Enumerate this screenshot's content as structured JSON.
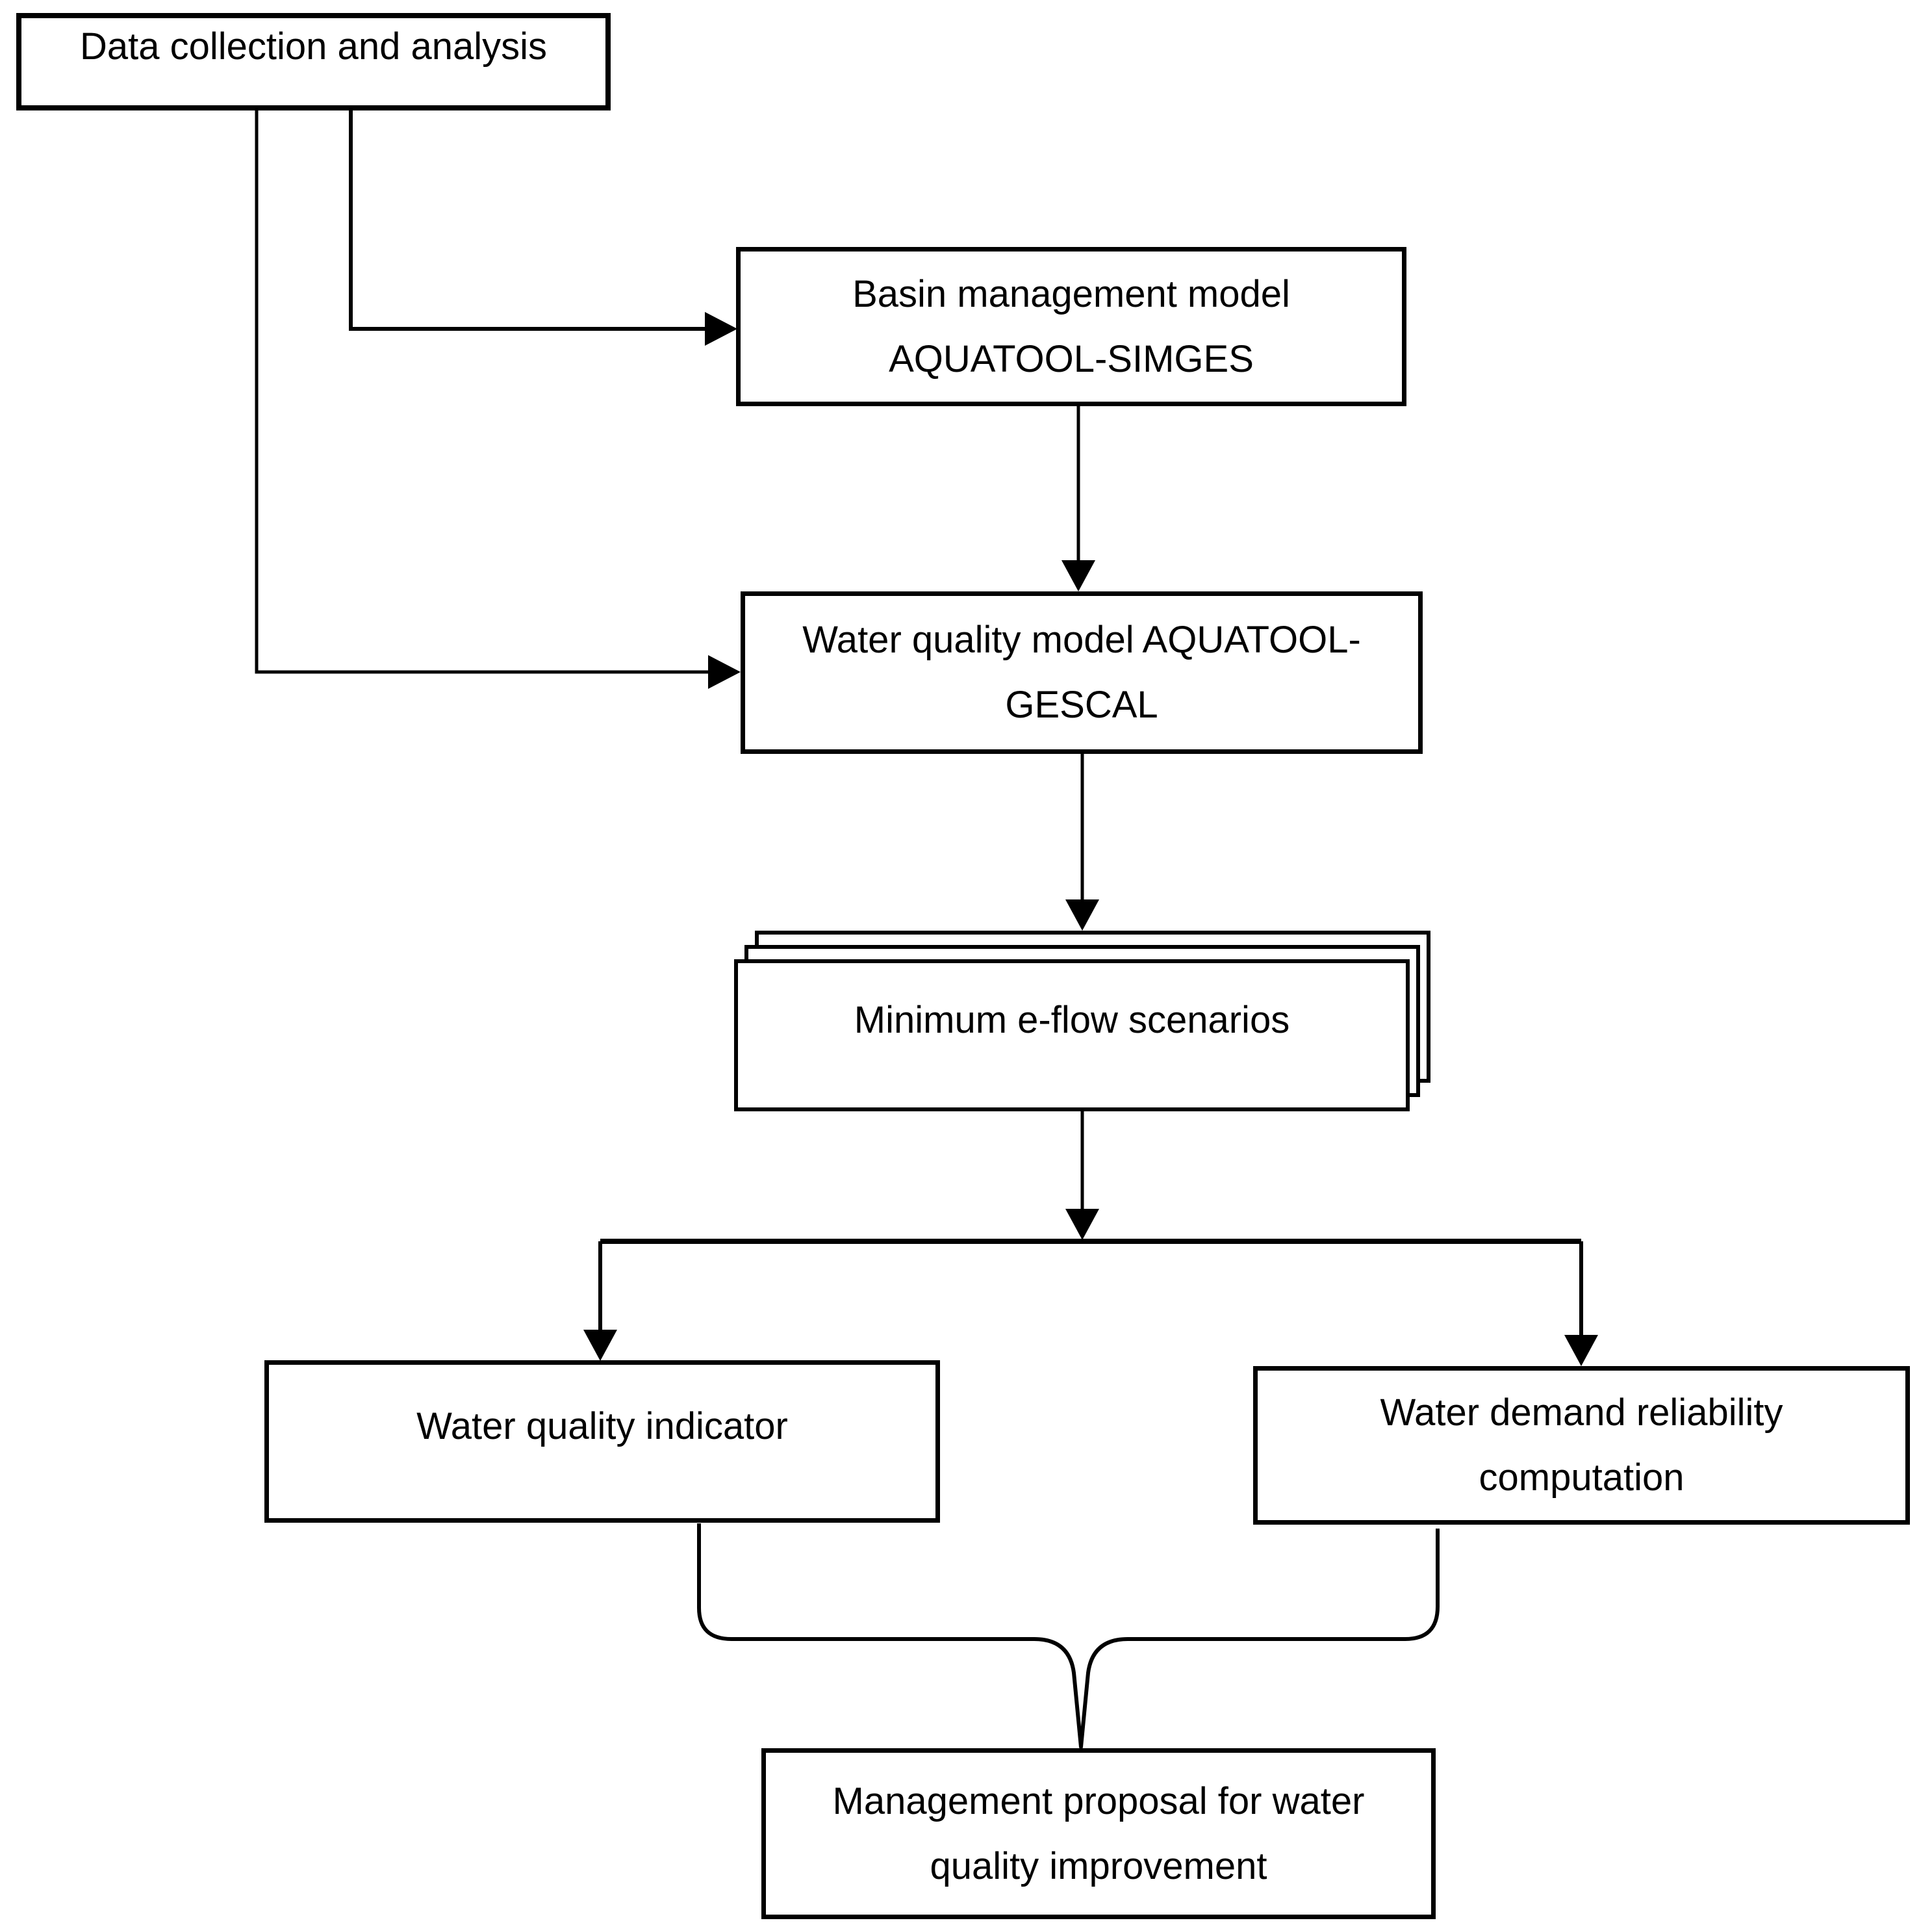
{
  "nodes": {
    "data_collection": {
      "label": "Data collection and analysis"
    },
    "basin_model": {
      "line1": "Basin management model",
      "line2": "AQUATOOL-SIMGES"
    },
    "water_quality_model": {
      "line1": "Water quality model AQUATOOL-",
      "line2": "GESCAL"
    },
    "eflow_scenarios": {
      "label": "Minimum e-flow scenarios"
    },
    "water_quality_indicator": {
      "label": "Water quality indicator"
    },
    "water_demand_reliability": {
      "line1": "Water demand reliability",
      "line2": "computation"
    },
    "management_proposal": {
      "line1": "Management proposal for water",
      "line2": "quality improvement"
    }
  },
  "edges": [
    {
      "from": "data_collection",
      "to": "basin_model"
    },
    {
      "from": "data_collection",
      "to": "water_quality_model"
    },
    {
      "from": "basin_model",
      "to": "water_quality_model"
    },
    {
      "from": "water_quality_model",
      "to": "eflow_scenarios"
    },
    {
      "from": "eflow_scenarios",
      "to": "water_quality_indicator"
    },
    {
      "from": "eflow_scenarios",
      "to": "water_demand_reliability"
    },
    {
      "from": "water_quality_indicator",
      "to": "management_proposal"
    },
    {
      "from": "water_demand_reliability",
      "to": "management_proposal"
    }
  ],
  "colors": {
    "line": "#000000",
    "box_border": "#000000",
    "box_fill": "#ffffff",
    "page_bg": "#ffffff"
  }
}
